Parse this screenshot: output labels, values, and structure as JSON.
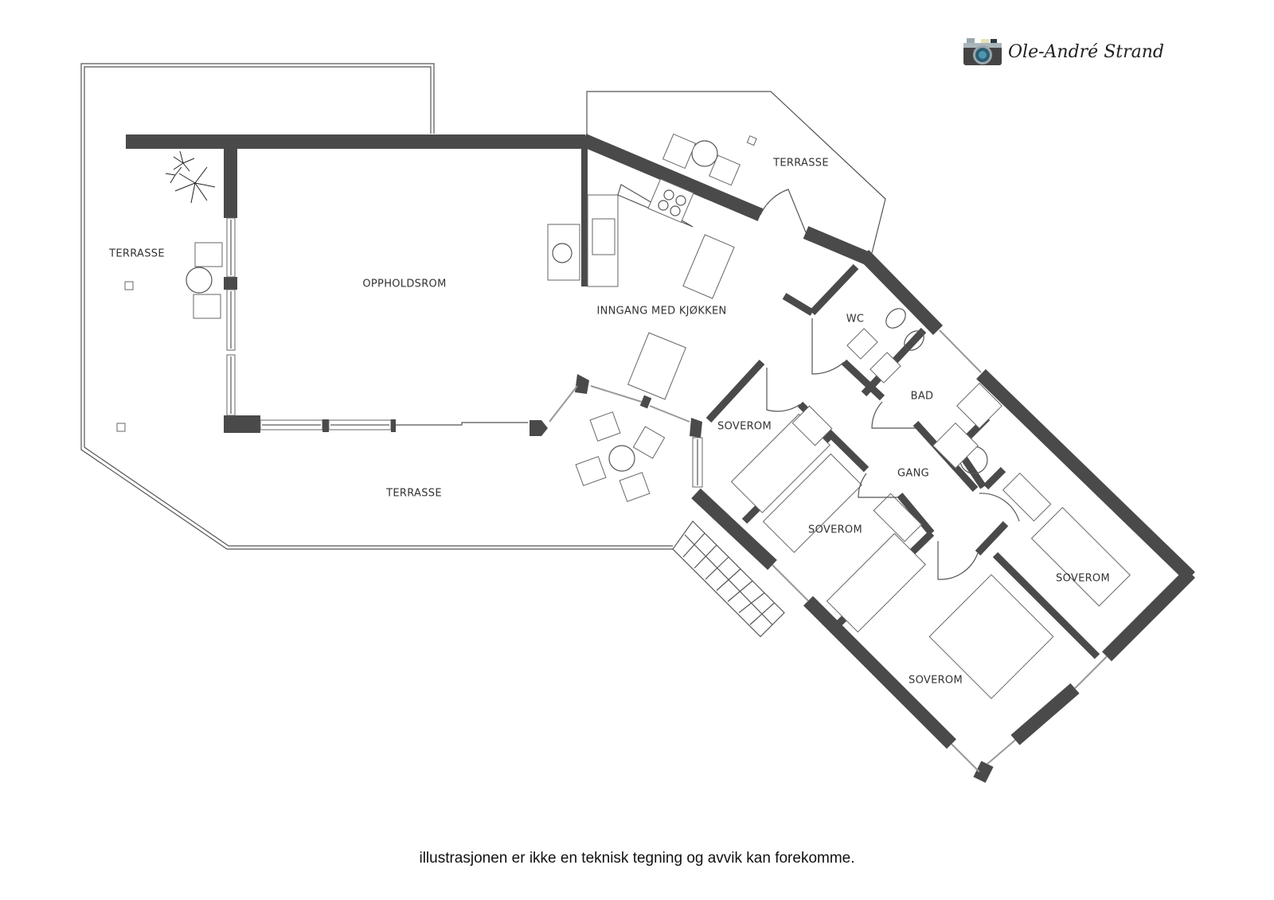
{
  "brand": {
    "name": "Ole-André Strand",
    "icon": "camera-icon"
  },
  "rooms": {
    "terrace_west": "TERRASSE",
    "living_room": "OPPHOLDSROM",
    "terrace_north": "TERRASSE",
    "entrance_kitchen": "INNGANG MED KJØKKEN",
    "wc": "WC",
    "bathroom": "BAD",
    "bedroom_1": "SOVEROM",
    "hallway": "GANG",
    "bedroom_2": "SOVEROM",
    "bedroom_3": "SOVEROM",
    "bedroom_4": "SOVEROM",
    "terrace_south": "TERRASSE"
  },
  "disclaimer": "illustrasjonen er ikke en teknisk tegning og avvik kan forekomme.",
  "colors": {
    "wall": "#4a4a4a",
    "line": "#555555",
    "background": "#ffffff"
  }
}
